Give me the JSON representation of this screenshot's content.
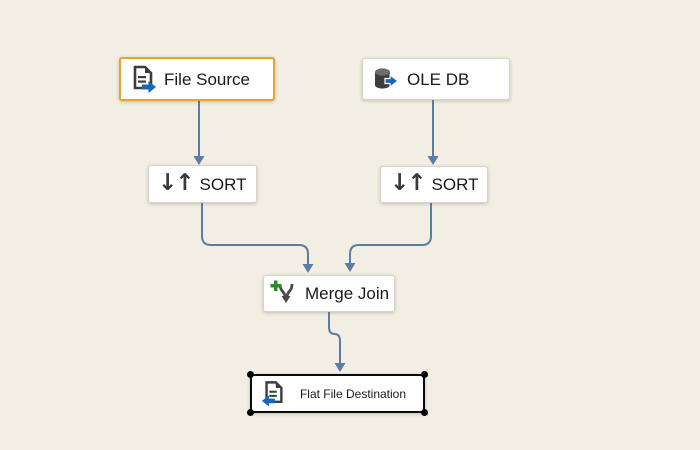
{
  "canvas": {
    "background_color": "#f2eee3"
  },
  "palette": {
    "connector_color": "#5b7ca5",
    "highlight_border_color": "#e6a428",
    "selected_border_color": "#0a0a0a",
    "node_background": "#fefefe",
    "icon_dark": "#3d3d3d",
    "icon_blue": "#1767b5",
    "icon_green": "#2c8a2c"
  },
  "nodes": {
    "file_source": {
      "label": "File Source",
      "icon": "file-export-icon",
      "state": "highlighted"
    },
    "ole_db": {
      "label": "OLE DB",
      "icon": "database-export-icon",
      "state": "normal"
    },
    "sort_left": {
      "label": "SORT",
      "icon": "sort-arrows-icon",
      "icon_glyph": "↓↑",
      "state": "normal"
    },
    "sort_right": {
      "label": "SORT",
      "icon": "sort-arrows-icon",
      "icon_glyph": "↓↑",
      "state": "normal"
    },
    "merge_join": {
      "label": "Merge Join",
      "icon": "merge-join-icon",
      "state": "normal"
    },
    "flat_file_destination": {
      "label": "Flat File Destination",
      "icon": "file-import-icon",
      "state": "selected"
    }
  },
  "edges": [
    {
      "from": "file_source",
      "to": "sort_left"
    },
    {
      "from": "ole_db",
      "to": "sort_right"
    },
    {
      "from": "sort_left",
      "to": "merge_join"
    },
    {
      "from": "sort_right",
      "to": "merge_join"
    },
    {
      "from": "merge_join",
      "to": "flat_file_destination"
    }
  ]
}
